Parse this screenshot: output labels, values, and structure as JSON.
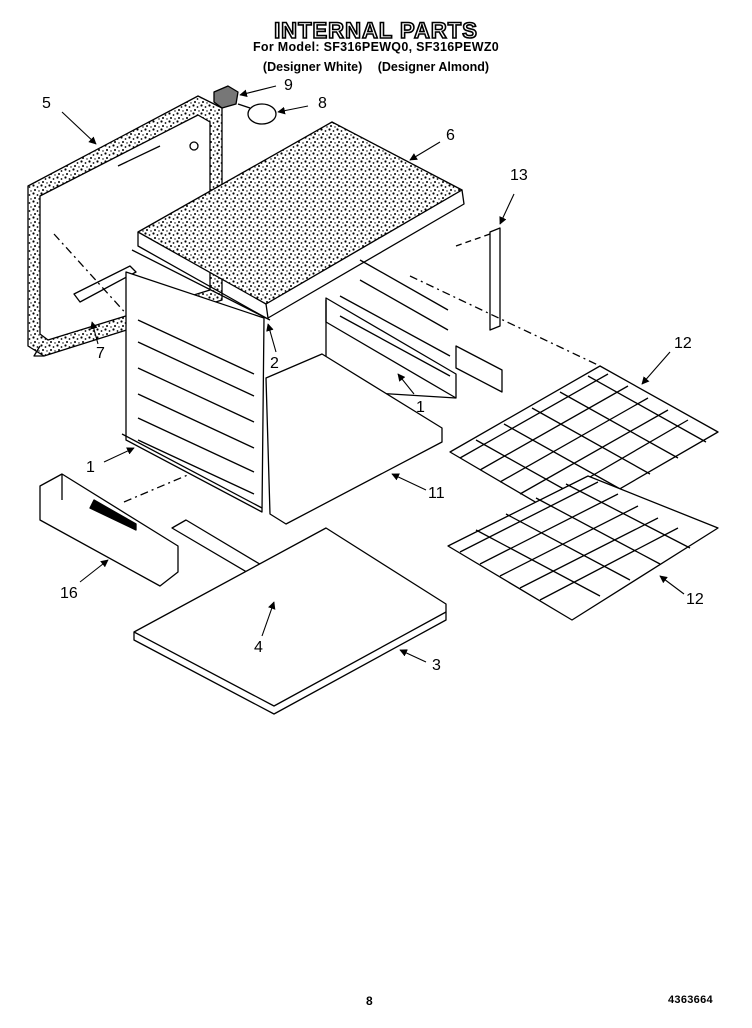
{
  "header": {
    "title": "INTERNAL PARTS",
    "models": "For Model: SF316PEWQ0, SF316PEWZ0",
    "finish_left": "(Designer White)",
    "finish_right": "(Designer Almond)"
  },
  "callouts": {
    "c1_top": "1",
    "c1_left": "1",
    "c2": "2",
    "c3": "3",
    "c4": "4",
    "c5": "5",
    "c6": "6",
    "c7": "7",
    "c8": "8",
    "c9": "9",
    "c11": "11",
    "c12_top": "12",
    "c12_bottom": "12",
    "c13": "13",
    "c16": "16"
  },
  "footer": {
    "page": "8",
    "doc_number": "4363664"
  }
}
